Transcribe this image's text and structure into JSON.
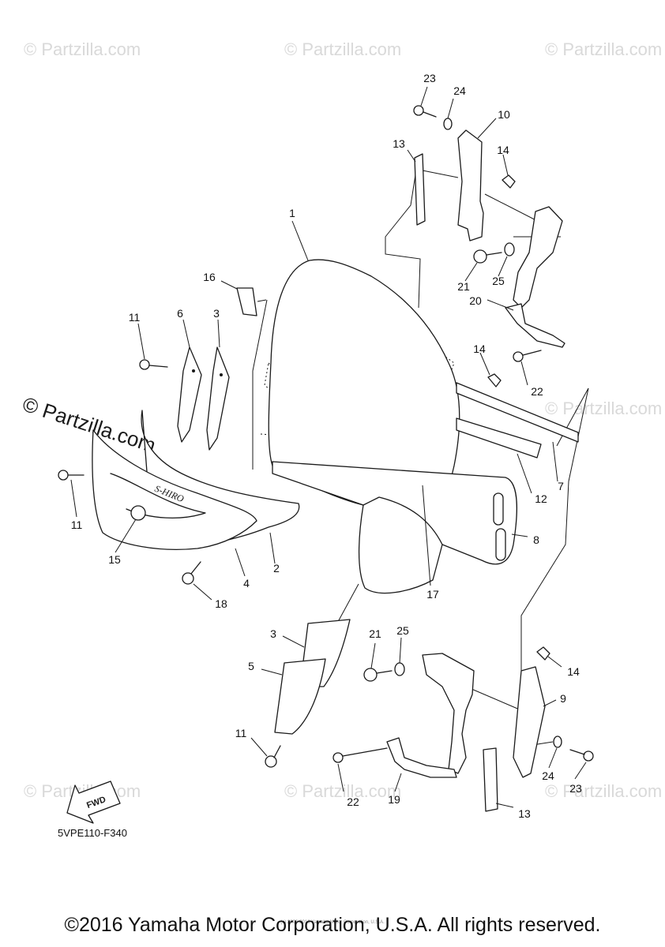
{
  "watermark_text": "© Partzilla.com",
  "drawing_code": "5VPE110-F340",
  "direction_arrow_label": "FWD",
  "small_copyright": "(c) 2006-2016 Yamaha Motor Corporation, U.S.A.",
  "copyright": "©2016 Yamaha Motor Corporation, U.S.A. All rights reserved.",
  "callouts": {
    "c1": "1",
    "c2": "2",
    "c3a": "3",
    "c3b": "3",
    "c4": "4",
    "c5": "5",
    "c6": "6",
    "c7": "7",
    "c8": "8",
    "c9": "9",
    "c10": "10",
    "c11a": "11",
    "c11b": "11",
    "c11c": "11",
    "c12": "12",
    "c13a": "13",
    "c13b": "13",
    "c14a": "14",
    "c14b": "14",
    "c14c": "14",
    "c15": "15",
    "c16": "16",
    "c17": "17",
    "c18": "18",
    "c19": "19",
    "c20": "20",
    "c21a": "21",
    "c21b": "21",
    "c22a": "22",
    "c22b": "22",
    "c23a": "23",
    "c23b": "23",
    "c24a": "24",
    "c24b": "24",
    "c25a": "25",
    "c25b": "25"
  }
}
